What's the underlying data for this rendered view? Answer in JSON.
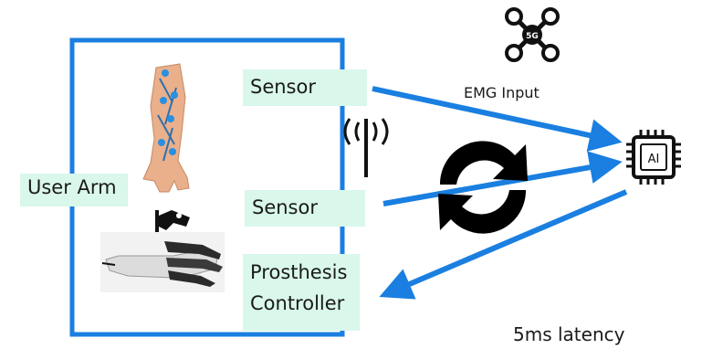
{
  "labels": {
    "user_arm": "User Arm",
    "sensor_1": "Sensor",
    "sensor_2": "Sensor",
    "prosthesis_controller_line1": "Prosthesis",
    "prosthesis_controller_line2": "Controller",
    "emg_input": "EMG Input",
    "latency": "5ms latency",
    "ai_chip": "AI",
    "drone_badge": "5G"
  },
  "colors": {
    "frame_blue": "#1a7fe0",
    "arrow_blue": "#1a7fe0",
    "label_bg": "#d9f7ea",
    "icon_dark": "#111111"
  },
  "icons": [
    "drone-5g-icon",
    "antenna-icon",
    "camera-icon",
    "ai-chip-icon",
    "sync-arrows-icon",
    "arm-image-icon",
    "prosthetic-hand-icon"
  ]
}
